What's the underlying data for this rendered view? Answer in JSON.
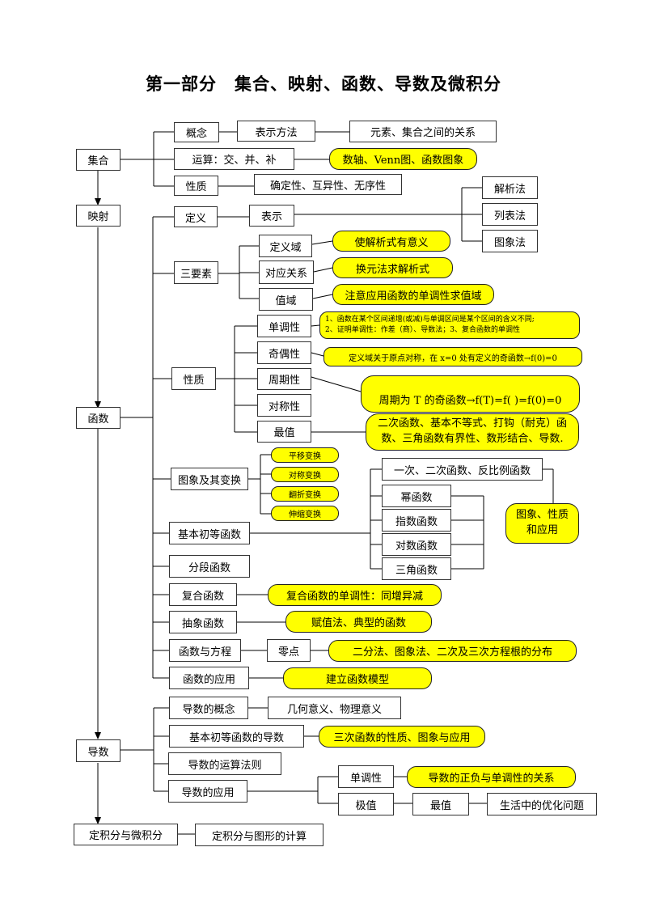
{
  "title": "第一部分　集合、映射、函数、导数及微积分",
  "nodes": {
    "jihe": "集合",
    "gainian": "概念",
    "biaoshifangfa": "表示方法",
    "yuansu": "元素、集合之间的关系",
    "yunsuan": "运算：交、并、补",
    "shuzhou": "数轴、Venn图、函数图象",
    "xingzhi1": "性质",
    "quedingxing": "确定性、互异性、无序性",
    "yingshe": "映射",
    "dingyi": "定义",
    "biaoshi": "表示",
    "jiexifa": "解析法",
    "liebiaofa": "列表法",
    "tuxiangfa": "图象法",
    "sanyaosu": "三要素",
    "dingyiyu": "定义域",
    "dingyiyu_note": "使解析式有意义",
    "duiyingguanxi": "对应关系",
    "duiying_note": "换元法求解析式",
    "zhiyu": "值域",
    "zhiyu_note": "注意应用函数的单调性求值域",
    "hanshu": "函数",
    "xingzhi2": "性质",
    "dandiaoxing": "单调性",
    "dandiao_note_1": "1、函数在某个区间递增(或减)与单调区间是某个区间的含义不同;",
    "dandiao_note_2": "2、证明单调性：作差（商）、导数法；3、复合函数的单调性",
    "jioxing": "奇偶性",
    "jiou_note": "定义域关于原点对称，在 x=0 处有定义的奇函数→f(0)=0",
    "zhouqixing": "周期性",
    "zhouqi_note": "周期为 T 的奇函数→f(T)=f( )=f(0)=0",
    "duichenxing": "对称性",
    "zuizhi": "最值",
    "zuizhi_note_1": "二次函数、基本不等式、打钩（耐克）函",
    "zuizhi_note_2": "数、三角函数有界性、数形结合、导数.",
    "tuxiangbianhuan": "图象及其变换",
    "pingyi": "平移变换",
    "duicheng": "对称变换",
    "fanzhe": "翻折变换",
    "shensuo": "伸缩变换",
    "jibenchudeng": "基本初等函数",
    "yici": "一次、二次函数、反比例函数",
    "mihanshu": "幂函数",
    "zhishu": "指数函数",
    "duishu": "对数函数",
    "sanjiao": "三角函数",
    "tuxiang_xingzhi_1": "图象、性质",
    "tuxiang_xingzhi_2": "和应用",
    "fenduan": "分段函数",
    "fuhe": "复合函数",
    "fuhe_note": "复合函数的单调性：同增异减",
    "chouxiang": "抽象函数",
    "chouxiang_note": "赋值法、典型的函数",
    "hanshufangcheng": "函数与方程",
    "lingdian": "零点",
    "lingdian_note": "二分法、图象法、二次及三次方程根的分布",
    "yingyong": "函数的应用",
    "yingyong_note": "建立函数模型",
    "daoshu": "导数",
    "daoshugainian": "导数的概念",
    "jihe_yiyi": "几何意义、物理意义",
    "jiben_daoshu": "基本初等函数的导数",
    "sanci_note": "三次函数的性质、图象与应用",
    "yunsuanfaze": "导数的运算法则",
    "daoshu_yingyong": "导数的应用",
    "dandiaoxing2": "单调性",
    "zhengfu_note": "导数的正负与单调性的关系",
    "jizhi": "极值",
    "zuizhi2": "最值",
    "youhua": "生活中的优化问题",
    "dingjifen": "定积分与微积分",
    "dingjifen_tuxing": "定积分与图形的计算"
  }
}
